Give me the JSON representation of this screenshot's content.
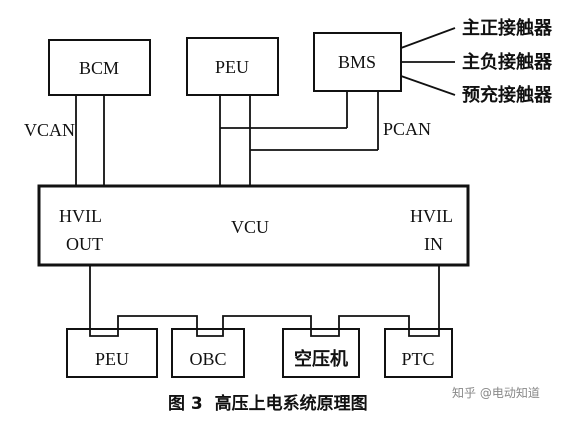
{
  "labels": {
    "bcm": "BCM",
    "peu_top": "PEU",
    "bms": "BMS",
    "vcan": "VCAN",
    "pcan": "PCAN",
    "vcu": "VCU",
    "hvil_out_1": "HVIL",
    "hvil_out_2": "OUT",
    "hvil_in_1": "HVIL",
    "hvil_in_2": "IN",
    "peu_bottom": "PEU",
    "obc": "OBC",
    "compressor": "空压机",
    "ptc": "PTC",
    "contactor_main_pos": "主正接触器",
    "contactor_main_neg": "主负接触器",
    "contactor_precharge": "预充接触器",
    "caption": "图 3  高压上电系统原理图",
    "watermark": "知乎 @电动知道"
  }
}
